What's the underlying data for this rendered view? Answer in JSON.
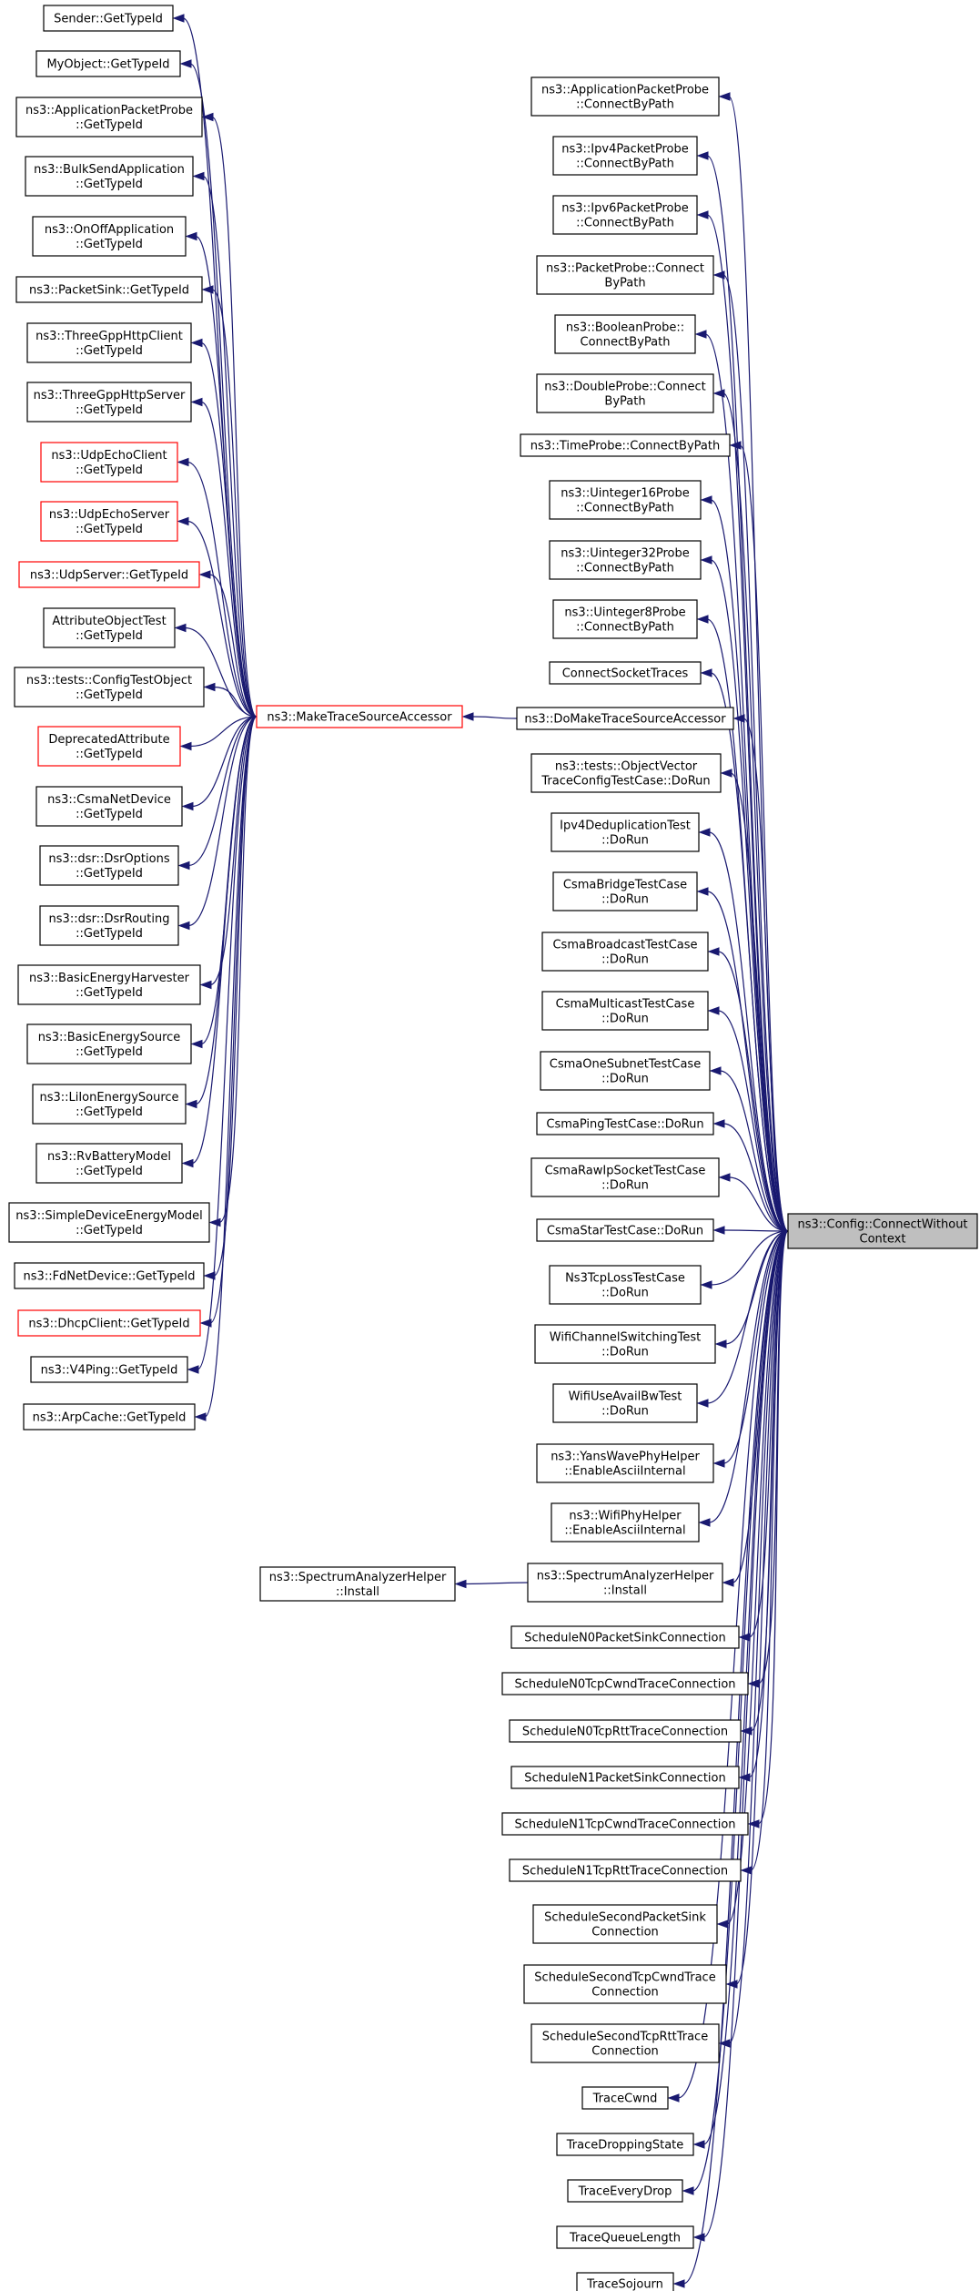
{
  "graph": {
    "colors": {
      "edge": "#191970",
      "border": "#000000",
      "highlight_border": "#ff0000",
      "target_fill": "#bfbfbf"
    },
    "nodes": [
      {
        "id": "sender",
        "lines": [
          "Sender::GetTypeId"
        ],
        "style": "normal"
      },
      {
        "id": "myobject",
        "lines": [
          "MyObject::GetTypeId"
        ],
        "style": "normal"
      },
      {
        "id": "appprobe_gt",
        "lines": [
          "ns3::ApplicationPacketProbe",
          "::GetTypeId"
        ],
        "style": "normal"
      },
      {
        "id": "bulksend",
        "lines": [
          "ns3::BulkSendApplication",
          "::GetTypeId"
        ],
        "style": "normal"
      },
      {
        "id": "onoff",
        "lines": [
          "ns3::OnOffApplication",
          "::GetTypeId"
        ],
        "style": "normal"
      },
      {
        "id": "packetsink",
        "lines": [
          "ns3::PacketSink::GetTypeId"
        ],
        "style": "normal"
      },
      {
        "id": "httpclient",
        "lines": [
          "ns3::ThreeGppHttpClient",
          "::GetTypeId"
        ],
        "style": "normal"
      },
      {
        "id": "httpserver",
        "lines": [
          "ns3::ThreeGppHttpServer",
          "::GetTypeId"
        ],
        "style": "normal"
      },
      {
        "id": "udpechoclient",
        "lines": [
          "ns3::UdpEchoClient",
          "::GetTypeId"
        ],
        "style": "red"
      },
      {
        "id": "udpechoserver",
        "lines": [
          "ns3::UdpEchoServer",
          "::GetTypeId"
        ],
        "style": "red"
      },
      {
        "id": "udpserver",
        "lines": [
          "ns3::UdpServer::GetTypeId"
        ],
        "style": "red"
      },
      {
        "id": "attrobjtest",
        "lines": [
          "AttributeObjectTest",
          "::GetTypeId"
        ],
        "style": "normal"
      },
      {
        "id": "configtestobj",
        "lines": [
          "ns3::tests::ConfigTestObject",
          "::GetTypeId"
        ],
        "style": "normal"
      },
      {
        "id": "deprecatedattr",
        "lines": [
          "DeprecatedAttribute",
          "::GetTypeId"
        ],
        "style": "red"
      },
      {
        "id": "csmanetdevice",
        "lines": [
          "ns3::CsmaNetDevice",
          "::GetTypeId"
        ],
        "style": "normal"
      },
      {
        "id": "dsroptions",
        "lines": [
          "ns3::dsr::DsrOptions",
          "::GetTypeId"
        ],
        "style": "normal"
      },
      {
        "id": "dsrrouting",
        "lines": [
          "ns3::dsr::DsrRouting",
          "::GetTypeId"
        ],
        "style": "normal"
      },
      {
        "id": "basicharvester",
        "lines": [
          "ns3::BasicEnergyHarvester",
          "::GetTypeId"
        ],
        "style": "normal"
      },
      {
        "id": "basicsource",
        "lines": [
          "ns3::BasicEnergySource",
          "::GetTypeId"
        ],
        "style": "normal"
      },
      {
        "id": "lionsource",
        "lines": [
          "ns3::LiIonEnergySource",
          "::GetTypeId"
        ],
        "style": "normal"
      },
      {
        "id": "rvbattery",
        "lines": [
          "ns3::RvBatteryModel",
          "::GetTypeId"
        ],
        "style": "normal"
      },
      {
        "id": "simpledevenergy",
        "lines": [
          "ns3::SimpleDeviceEnergyModel",
          "::GetTypeId"
        ],
        "style": "normal"
      },
      {
        "id": "fdnetdevice",
        "lines": [
          "ns3::FdNetDevice::GetTypeId"
        ],
        "style": "normal"
      },
      {
        "id": "dhcpclient",
        "lines": [
          "ns3::DhcpClient::GetTypeId"
        ],
        "style": "red"
      },
      {
        "id": "v4ping",
        "lines": [
          "ns3::V4Ping::GetTypeId"
        ],
        "style": "normal"
      },
      {
        "id": "arpcache",
        "lines": [
          "ns3::ArpCache::GetTypeId"
        ],
        "style": "normal"
      },
      {
        "id": "maketrace",
        "lines": [
          "ns3::MakeTraceSourceAccessor"
        ],
        "style": "red"
      },
      {
        "id": "specinstall_left",
        "lines": [
          "ns3::SpectrumAnalyzerHelper",
          "::Install"
        ],
        "style": "normal"
      },
      {
        "id": "apppacketprobe",
        "lines": [
          "ns3::ApplicationPacketProbe",
          "::ConnectByPath"
        ],
        "style": "normal"
      },
      {
        "id": "ipv4probe",
        "lines": [
          "ns3::Ipv4PacketProbe",
          "::ConnectByPath"
        ],
        "style": "normal"
      },
      {
        "id": "ipv6probe",
        "lines": [
          "ns3::Ipv6PacketProbe",
          "::ConnectByPath"
        ],
        "style": "normal"
      },
      {
        "id": "packetprobe",
        "lines": [
          "ns3::PacketProbe::Connect",
          "ByPath"
        ],
        "style": "normal"
      },
      {
        "id": "booleanprobe",
        "lines": [
          "ns3::BooleanProbe::",
          "ConnectByPath"
        ],
        "style": "normal"
      },
      {
        "id": "doubleprobe",
        "lines": [
          "ns3::DoubleProbe::Connect",
          "ByPath"
        ],
        "style": "normal"
      },
      {
        "id": "timeprobe",
        "lines": [
          "ns3::TimeProbe::ConnectByPath"
        ],
        "style": "normal"
      },
      {
        "id": "uint16probe",
        "lines": [
          "ns3::Uinteger16Probe",
          "::ConnectByPath"
        ],
        "style": "normal"
      },
      {
        "id": "uint32probe",
        "lines": [
          "ns3::Uinteger32Probe",
          "::ConnectByPath"
        ],
        "style": "normal"
      },
      {
        "id": "uint8probe",
        "lines": [
          "ns3::Uinteger8Probe",
          "::ConnectByPath"
        ],
        "style": "normal"
      },
      {
        "id": "connectsocket",
        "lines": [
          "ConnectSocketTraces"
        ],
        "style": "normal"
      },
      {
        "id": "domaketrace",
        "lines": [
          "ns3::DoMakeTraceSourceAccessor"
        ],
        "style": "normal"
      },
      {
        "id": "objvector",
        "lines": [
          "ns3::tests::ObjectVector",
          "TraceConfigTestCase::DoRun"
        ],
        "style": "normal"
      },
      {
        "id": "ipv4dedup",
        "lines": [
          "Ipv4DeduplicationTest",
          "::DoRun"
        ],
        "style": "normal"
      },
      {
        "id": "csmabridge",
        "lines": [
          "CsmaBridgeTestCase",
          "::DoRun"
        ],
        "style": "normal"
      },
      {
        "id": "csmabroadcast",
        "lines": [
          "CsmaBroadcastTestCase",
          "::DoRun"
        ],
        "style": "normal"
      },
      {
        "id": "csmamulticast",
        "lines": [
          "CsmaMulticastTestCase",
          "::DoRun"
        ],
        "style": "normal"
      },
      {
        "id": "csmaonesubnet",
        "lines": [
          "CsmaOneSubnetTestCase",
          "::DoRun"
        ],
        "style": "normal"
      },
      {
        "id": "csmaping",
        "lines": [
          "CsmaPingTestCase::DoRun"
        ],
        "style": "normal"
      },
      {
        "id": "csmarawip",
        "lines": [
          "CsmaRawIpSocketTestCase",
          "::DoRun"
        ],
        "style": "normal"
      },
      {
        "id": "csmastar",
        "lines": [
          "CsmaStarTestCase::DoRun"
        ],
        "style": "normal"
      },
      {
        "id": "ns3tcploss",
        "lines": [
          "Ns3TcpLossTestCase",
          "::DoRun"
        ],
        "style": "normal"
      },
      {
        "id": "wifichannel",
        "lines": [
          "WifiChannelSwitchingTest",
          "::DoRun"
        ],
        "style": "normal"
      },
      {
        "id": "wifiuseavail",
        "lines": [
          "WifiUseAvailBwTest",
          "::DoRun"
        ],
        "style": "normal"
      },
      {
        "id": "yanswave",
        "lines": [
          "ns3::YansWavePhyHelper",
          "::EnableAsciiInternal"
        ],
        "style": "normal"
      },
      {
        "id": "wifiphyhelper",
        "lines": [
          "ns3::WifiPhyHelper",
          "::EnableAsciiInternal"
        ],
        "style": "normal"
      },
      {
        "id": "specinstall_right",
        "lines": [
          "ns3::SpectrumAnalyzerHelper",
          "::Install"
        ],
        "style": "normal"
      },
      {
        "id": "n0packetsink",
        "lines": [
          "ScheduleN0PacketSinkConnection"
        ],
        "style": "normal"
      },
      {
        "id": "n0tcpcwnd",
        "lines": [
          "ScheduleN0TcpCwndTraceConnection"
        ],
        "style": "normal"
      },
      {
        "id": "n0tcprtt",
        "lines": [
          "ScheduleN0TcpRttTraceConnection"
        ],
        "style": "normal"
      },
      {
        "id": "n1packetsink",
        "lines": [
          "ScheduleN1PacketSinkConnection"
        ],
        "style": "normal"
      },
      {
        "id": "n1tcpcwnd",
        "lines": [
          "ScheduleN1TcpCwndTraceConnection"
        ],
        "style": "normal"
      },
      {
        "id": "n1tcprtt",
        "lines": [
          "ScheduleN1TcpRttTraceConnection"
        ],
        "style": "normal"
      },
      {
        "id": "secondpacketsink",
        "lines": [
          "ScheduleSecondPacketSink",
          "Connection"
        ],
        "style": "normal"
      },
      {
        "id": "secondtcpcwnd",
        "lines": [
          "ScheduleSecondTcpCwndTrace",
          "Connection"
        ],
        "style": "normal"
      },
      {
        "id": "secondtcprtt",
        "lines": [
          "ScheduleSecondTcpRttTrace",
          "Connection"
        ],
        "style": "normal"
      },
      {
        "id": "tracecwnd",
        "lines": [
          "TraceCwnd"
        ],
        "style": "normal"
      },
      {
        "id": "tracedropping",
        "lines": [
          "TraceDroppingState"
        ],
        "style": "normal"
      },
      {
        "id": "traceeverydrop",
        "lines": [
          "TraceEveryDrop"
        ],
        "style": "normal"
      },
      {
        "id": "tracequeuelength",
        "lines": [
          "TraceQueueLength"
        ],
        "style": "normal"
      },
      {
        "id": "tracesojourn",
        "lines": [
          "TraceSojourn"
        ],
        "style": "normal"
      },
      {
        "id": "connectwithoutcontext",
        "lines": [
          "ns3::Config::ConnectWithout",
          "Context"
        ],
        "style": "target"
      }
    ],
    "edges": [
      [
        "sender",
        "maketrace"
      ],
      [
        "myobject",
        "maketrace"
      ],
      [
        "appprobe_gt",
        "maketrace"
      ],
      [
        "bulksend",
        "maketrace"
      ],
      [
        "onoff",
        "maketrace"
      ],
      [
        "packetsink",
        "maketrace"
      ],
      [
        "httpclient",
        "maketrace"
      ],
      [
        "httpserver",
        "maketrace"
      ],
      [
        "udpechoclient",
        "maketrace"
      ],
      [
        "udpechoserver",
        "maketrace"
      ],
      [
        "udpserver",
        "maketrace"
      ],
      [
        "attrobjtest",
        "maketrace"
      ],
      [
        "configtestobj",
        "maketrace"
      ],
      [
        "deprecatedattr",
        "maketrace"
      ],
      [
        "csmanetdevice",
        "maketrace"
      ],
      [
        "dsroptions",
        "maketrace"
      ],
      [
        "dsrrouting",
        "maketrace"
      ],
      [
        "basicharvester",
        "maketrace"
      ],
      [
        "basicsource",
        "maketrace"
      ],
      [
        "lionsource",
        "maketrace"
      ],
      [
        "rvbattery",
        "maketrace"
      ],
      [
        "simpledevenergy",
        "maketrace"
      ],
      [
        "fdnetdevice",
        "maketrace"
      ],
      [
        "dhcpclient",
        "maketrace"
      ],
      [
        "v4ping",
        "maketrace"
      ],
      [
        "arpcache",
        "maketrace"
      ],
      [
        "maketrace",
        "domaketrace"
      ],
      [
        "specinstall_left",
        "specinstall_right"
      ],
      [
        "apppacketprobe",
        "connectwithoutcontext"
      ],
      [
        "ipv4probe",
        "connectwithoutcontext"
      ],
      [
        "ipv6probe",
        "connectwithoutcontext"
      ],
      [
        "packetprobe",
        "connectwithoutcontext"
      ],
      [
        "booleanprobe",
        "connectwithoutcontext"
      ],
      [
        "doubleprobe",
        "connectwithoutcontext"
      ],
      [
        "timeprobe",
        "connectwithoutcontext"
      ],
      [
        "uint16probe",
        "connectwithoutcontext"
      ],
      [
        "uint32probe",
        "connectwithoutcontext"
      ],
      [
        "uint8probe",
        "connectwithoutcontext"
      ],
      [
        "connectsocket",
        "connectwithoutcontext"
      ],
      [
        "domaketrace",
        "connectwithoutcontext"
      ],
      [
        "objvector",
        "connectwithoutcontext"
      ],
      [
        "ipv4dedup",
        "connectwithoutcontext"
      ],
      [
        "csmabridge",
        "connectwithoutcontext"
      ],
      [
        "csmabroadcast",
        "connectwithoutcontext"
      ],
      [
        "csmamulticast",
        "connectwithoutcontext"
      ],
      [
        "csmaonesubnet",
        "connectwithoutcontext"
      ],
      [
        "csmaping",
        "connectwithoutcontext"
      ],
      [
        "csmarawip",
        "connectwithoutcontext"
      ],
      [
        "csmastar",
        "connectwithoutcontext"
      ],
      [
        "ns3tcploss",
        "connectwithoutcontext"
      ],
      [
        "wifichannel",
        "connectwithoutcontext"
      ],
      [
        "wifiuseavail",
        "connectwithoutcontext"
      ],
      [
        "yanswave",
        "connectwithoutcontext"
      ],
      [
        "wifiphyhelper",
        "connectwithoutcontext"
      ],
      [
        "specinstall_right",
        "connectwithoutcontext"
      ],
      [
        "n0packetsink",
        "connectwithoutcontext"
      ],
      [
        "n0tcpcwnd",
        "connectwithoutcontext"
      ],
      [
        "n0tcprtt",
        "connectwithoutcontext"
      ],
      [
        "n1packetsink",
        "connectwithoutcontext"
      ],
      [
        "n1tcpcwnd",
        "connectwithoutcontext"
      ],
      [
        "n1tcprtt",
        "connectwithoutcontext"
      ],
      [
        "secondpacketsink",
        "connectwithoutcontext"
      ],
      [
        "secondtcpcwnd",
        "connectwithoutcontext"
      ],
      [
        "secondtcprtt",
        "connectwithoutcontext"
      ],
      [
        "tracecwnd",
        "connectwithoutcontext"
      ],
      [
        "tracedropping",
        "connectwithoutcontext"
      ],
      [
        "traceeverydrop",
        "connectwithoutcontext"
      ],
      [
        "tracequeuelength",
        "connectwithoutcontext"
      ],
      [
        "tracesojourn",
        "connectwithoutcontext"
      ]
    ]
  }
}
